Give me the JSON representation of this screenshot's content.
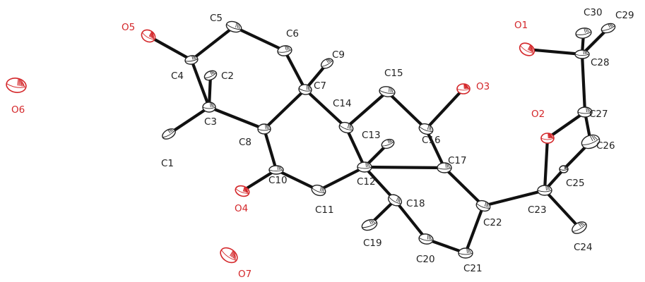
{
  "colors": {
    "carbon": "#222222",
    "oxygen": "#d4272a",
    "bond": "#111111",
    "background": "#ffffff"
  },
  "atoms": [
    {
      "id": "C1",
      "element": "C"
    },
    {
      "id": "C2",
      "element": "C"
    },
    {
      "id": "C3",
      "element": "C"
    },
    {
      "id": "C4",
      "element": "C"
    },
    {
      "id": "C5",
      "element": "C"
    },
    {
      "id": "C6",
      "element": "C"
    },
    {
      "id": "C7",
      "element": "C"
    },
    {
      "id": "C8",
      "element": "C"
    },
    {
      "id": "C9",
      "element": "C"
    },
    {
      "id": "C10",
      "element": "C"
    },
    {
      "id": "C11",
      "element": "C"
    },
    {
      "id": "C12",
      "element": "C"
    },
    {
      "id": "C13",
      "element": "C"
    },
    {
      "id": "C14",
      "element": "C"
    },
    {
      "id": "C15",
      "element": "C"
    },
    {
      "id": "C16",
      "element": "C"
    },
    {
      "id": "C17",
      "element": "C"
    },
    {
      "id": "C18",
      "element": "C"
    },
    {
      "id": "C19",
      "element": "C"
    },
    {
      "id": "C20",
      "element": "C"
    },
    {
      "id": "C21",
      "element": "C"
    },
    {
      "id": "C22",
      "element": "C"
    },
    {
      "id": "C23",
      "element": "C"
    },
    {
      "id": "C24",
      "element": "C"
    },
    {
      "id": "C25",
      "element": "C"
    },
    {
      "id": "C26",
      "element": "C"
    },
    {
      "id": "C27",
      "element": "C"
    },
    {
      "id": "C28",
      "element": "C"
    },
    {
      "id": "C29",
      "element": "C"
    },
    {
      "id": "C30",
      "element": "C"
    },
    {
      "id": "O1",
      "element": "O"
    },
    {
      "id": "O2",
      "element": "O"
    },
    {
      "id": "O3",
      "element": "O"
    },
    {
      "id": "O4",
      "element": "O"
    },
    {
      "id": "O5",
      "element": "O"
    },
    {
      "id": "O6",
      "element": "O"
    },
    {
      "id": "O7",
      "element": "O"
    }
  ],
  "bonds": [
    [
      "O5",
      "C4"
    ],
    [
      "C4",
      "C5"
    ],
    [
      "C4",
      "C3"
    ],
    [
      "C3",
      "C2"
    ],
    [
      "C3",
      "C1"
    ],
    [
      "C3",
      "C8"
    ],
    [
      "C5",
      "C6"
    ],
    [
      "C6",
      "C7"
    ],
    [
      "C7",
      "C9"
    ],
    [
      "C7",
      "C8"
    ],
    [
      "C7",
      "C14"
    ],
    [
      "C8",
      "C10"
    ],
    [
      "C10",
      "O4"
    ],
    [
      "C10",
      "C11"
    ],
    [
      "C11",
      "C12"
    ],
    [
      "C12",
      "C13"
    ],
    [
      "C12",
      "C14"
    ],
    [
      "C12",
      "C18"
    ],
    [
      "C14",
      "C15"
    ],
    [
      "C15",
      "C16"
    ],
    [
      "C16",
      "O3"
    ],
    [
      "C16",
      "C17"
    ],
    [
      "C17",
      "C12"
    ],
    [
      "C17",
      "C22"
    ],
    [
      "C18",
      "C19"
    ],
    [
      "C18",
      "C20"
    ],
    [
      "C20",
      "C21"
    ],
    [
      "C21",
      "C22"
    ],
    [
      "C22",
      "C23"
    ],
    [
      "C23",
      "C24"
    ],
    [
      "C23",
      "C25"
    ],
    [
      "C23",
      "O2"
    ],
    [
      "C25",
      "C26"
    ],
    [
      "C26",
      "C27"
    ],
    [
      "O2",
      "C27"
    ],
    [
      "C27",
      "C28"
    ],
    [
      "C28",
      "O1"
    ],
    [
      "C28",
      "C29"
    ],
    [
      "C28",
      "C30"
    ]
  ]
}
